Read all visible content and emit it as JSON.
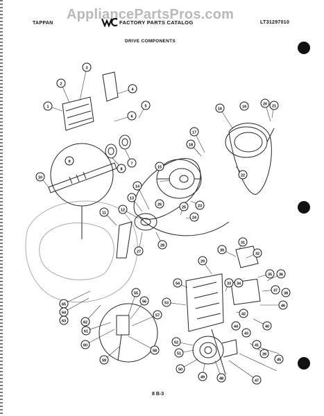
{
  "header": {
    "brand": "TAPPAN",
    "catalog_title": "FACTORY PARTS CATALOG",
    "part_number": "LT31297010",
    "watermark": "AppliancePartsPros.com"
  },
  "section_title": "DRIVE COMPONENTS",
  "footer": {
    "page": "8  B-3"
  },
  "callouts": [
    "1",
    "2",
    "3",
    "4",
    "5",
    "6",
    "7",
    "8",
    "9",
    "10",
    "11",
    "12",
    "13",
    "14",
    "15",
    "16",
    "17",
    "18",
    "19",
    "20",
    "21",
    "22",
    "23",
    "24",
    "25",
    "26",
    "27",
    "28",
    "29",
    "30",
    "31",
    "32",
    "33",
    "34",
    "35",
    "36",
    "37",
    "38",
    "39",
    "40",
    "41",
    "42",
    "43",
    "44",
    "45",
    "46",
    "47",
    "48",
    "49",
    "50",
    "51",
    "52",
    "53",
    "54",
    "55",
    "56",
    "57",
    "58",
    "59",
    "60",
    "61",
    "62",
    "63",
    "64",
    "65"
  ]
}
